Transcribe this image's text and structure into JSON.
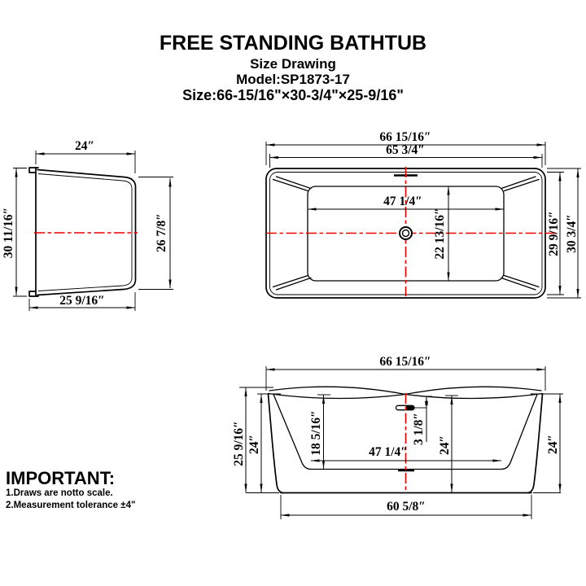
{
  "header": {
    "title": "FREE STANDING BATHTUB",
    "subtitle": "Size Drawing",
    "model": "Model:SP1873-17",
    "size": "Size:66-15/16\"×30-3/4\"×25-9/16\""
  },
  "end_view": {
    "top_width": "24″",
    "overall_height": "30 11/16″",
    "inner_height": "26 7/8″",
    "bottom_width": "25 9/16″"
  },
  "plan_view": {
    "overall_length": "66 15/16″",
    "rim_length": "65 3/4″",
    "basin_length": "47 1/4″",
    "basin_width": "22 13/16″",
    "rim_width": "29 9/16″",
    "overall_width": "30 3/4″"
  },
  "front_view": {
    "overall_length": "66 15/16″",
    "overall_height": "25 9/16″",
    "left_wall_height": "24″",
    "basin_depth": "18 5/16″",
    "overflow_offset": "3 1/8″",
    "basin_floor_length": "47 1/4″",
    "center_height": "24″",
    "right_wall_height": "24″",
    "base_length": "60 5/8″"
  },
  "notes": {
    "heading": "IMPORTANT:",
    "items": [
      "1.Draws are notto scale.",
      "2.Measurement tolerance ±4\""
    ]
  },
  "colors": {
    "centerline": "#ee0000",
    "ink": "#000000"
  }
}
